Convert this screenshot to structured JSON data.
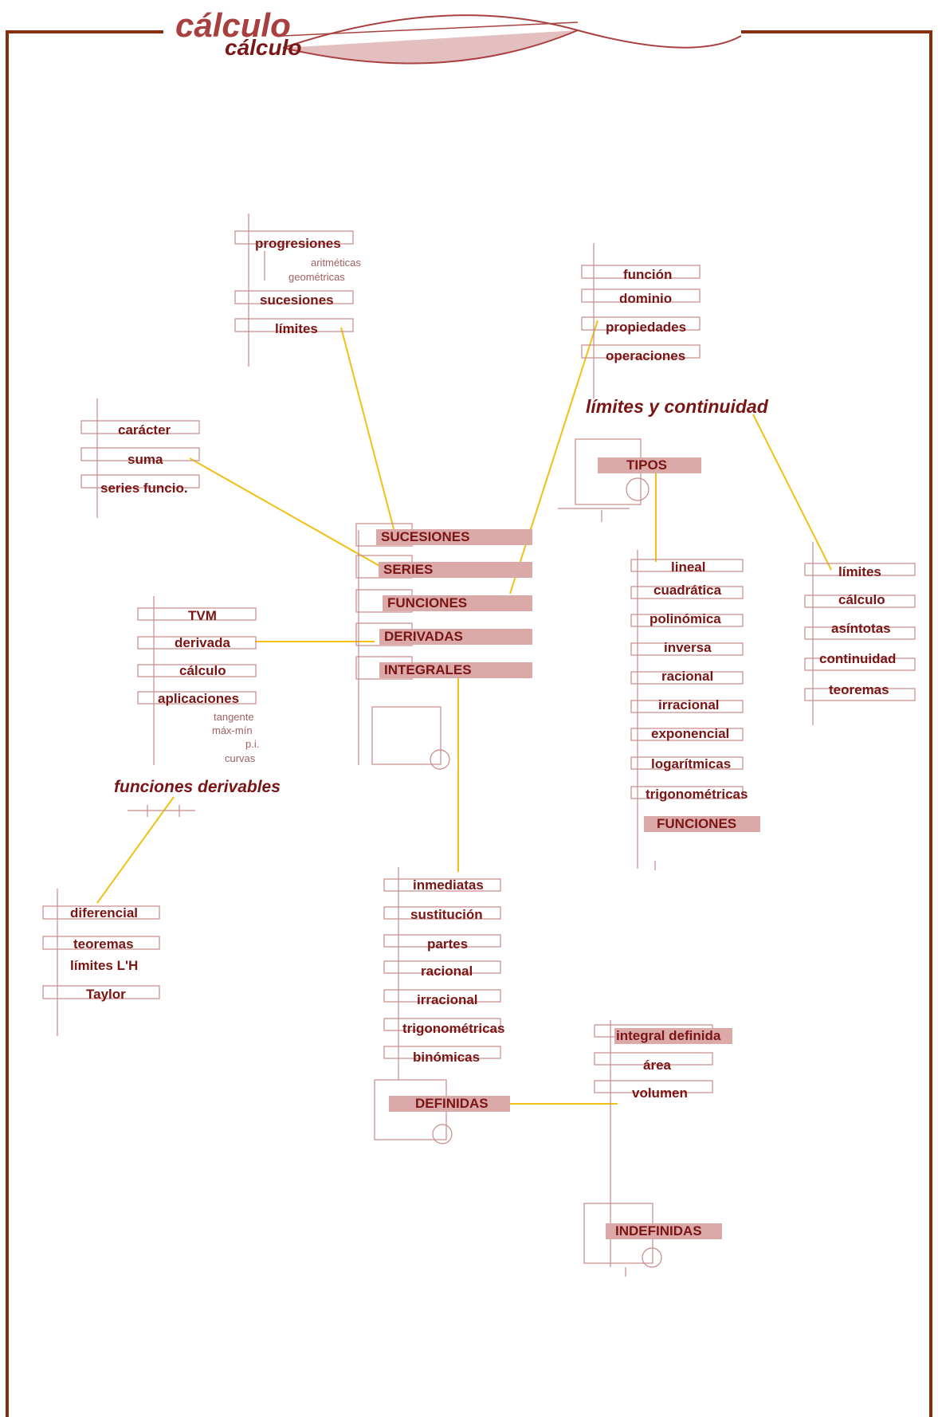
{
  "header": {
    "logo_main": "cálculo",
    "logo_sub": "cálculo"
  },
  "colors": {
    "frame": "#8a2e12",
    "text": "#7a1515",
    "connector": "#f2c014",
    "box": "#c98a8a",
    "hub_fill": "#dca9a9"
  },
  "sucesiones_group": {
    "progresiones": "progresiones",
    "aritmeticas": "aritméticas",
    "geometricas": "geométricas",
    "sucesiones": "sucesiones",
    "limites": "límites"
  },
  "series_group": {
    "caracter": "carácter",
    "suma": "suma",
    "series_funcio": "series funcio."
  },
  "funciones_group": {
    "funcion": "función",
    "dominio": "dominio",
    "propiedades": "propiedades",
    "operaciones": "operaciones"
  },
  "limites_continuidad": {
    "heading": "límites y continuidad",
    "tipos": "TIPOS"
  },
  "hub": {
    "sucesiones": "SUCESIONES",
    "series": "SERIES",
    "funciones": "FUNCIONES",
    "derivadas": "DERIVADAS",
    "integrales": "INTEGRALES"
  },
  "tipos_funciones": [
    "lineal",
    "cuadrática",
    "polinómica",
    "inversa",
    "racional",
    "irracional",
    "exponencial",
    "logarítmicas",
    "trigonométricas"
  ],
  "tipos_footer": "FUNCIONES",
  "limites_list": [
    "límites",
    "cálculo",
    "asíntotas",
    "continuidad",
    "teoremas"
  ],
  "derivadas_group": {
    "tvm": "TVM",
    "derivada": "derivada",
    "calculo": "cálculo",
    "aplicaciones": "aplicaciones",
    "tangente": "tangente",
    "max_min": "máx-mín",
    "pi": "p.i.",
    "curvas": "curvas"
  },
  "funciones_derivables": {
    "heading": "funciones derivables",
    "items": [
      "diferencial",
      "teoremas",
      "límites L'H",
      "Taylor"
    ]
  },
  "integrales_list": [
    "inmediatas",
    "sustitución",
    "partes",
    "racional",
    "irracional",
    "trigonométricas",
    "binómicas"
  ],
  "definidas": {
    "label": "DEFINIDAS",
    "items": [
      "integral definida",
      "área",
      "volumen"
    ]
  },
  "indefinidas": "INDEFINIDAS"
}
